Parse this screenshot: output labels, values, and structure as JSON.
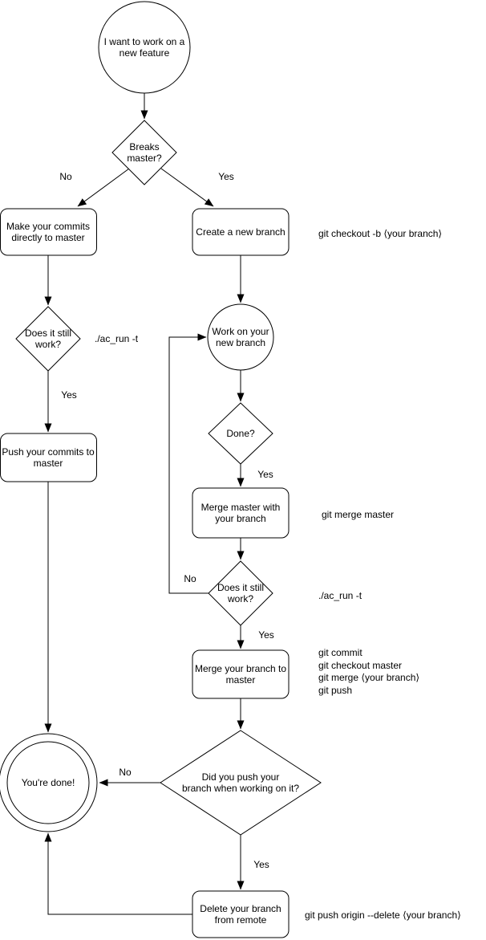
{
  "diagram": {
    "type": "flowchart",
    "topic": "git feature-branch workflow",
    "colors": {
      "stroke": "#000000",
      "text": "#000000",
      "background": "#ffffff"
    },
    "nodes": {
      "start": {
        "shape": "circle",
        "label": "I want to work on a\nnew feature"
      },
      "breaks_master": {
        "shape": "diamond",
        "label": "Breaks\nmaster?"
      },
      "make_commits": {
        "shape": "rounded-rect",
        "label": "Make your commits\ndirectly to master"
      },
      "create_branch": {
        "shape": "rounded-rect",
        "label": "Create a new branch"
      },
      "still_works_left": {
        "shape": "diamond",
        "label": "Does it still\nwork?"
      },
      "work_branch": {
        "shape": "circle",
        "label": "Work on your\nnew branch"
      },
      "push_commits": {
        "shape": "rounded-rect",
        "label": "Push your commits to\nmaster"
      },
      "done_q": {
        "shape": "diamond",
        "label": "Done?"
      },
      "merge_master": {
        "shape": "rounded-rect",
        "label": "Merge master with\nyour branch"
      },
      "still_works_mid": {
        "shape": "diamond",
        "label": "Does it still\nwork?"
      },
      "merge_branch": {
        "shape": "rounded-rect",
        "label": "Merge your branch to\nmaster"
      },
      "pushed_branch_q": {
        "shape": "diamond",
        "label": "Did you push your\nbranch when working on it?"
      },
      "youre_done": {
        "shape": "double-circle",
        "label": "You're done!"
      },
      "delete_branch": {
        "shape": "rounded-rect",
        "label": "Delete your branch\nfrom remote"
      }
    },
    "edge_labels": {
      "no_breaks": "No",
      "yes_breaks": "Yes",
      "yes_still_works_left": "Yes",
      "yes_done": "Yes",
      "no_still_works_mid": "No",
      "yes_still_works_mid": "Yes",
      "no_pushed": "No",
      "yes_pushed": "Yes"
    },
    "annotations": {
      "checkout_branch": "git checkout -b ⟨your branch⟩",
      "ac_run_left": "./ac_run -t",
      "merge_master_cmd": "git merge master",
      "ac_run_mid": "./ac_run -t",
      "merge_branch_cmds": "git commit\ngit checkout master\ngit merge ⟨your branch⟩\ngit push",
      "delete_remote_cmd": "git push origin --delete ⟨your branch⟩"
    }
  }
}
